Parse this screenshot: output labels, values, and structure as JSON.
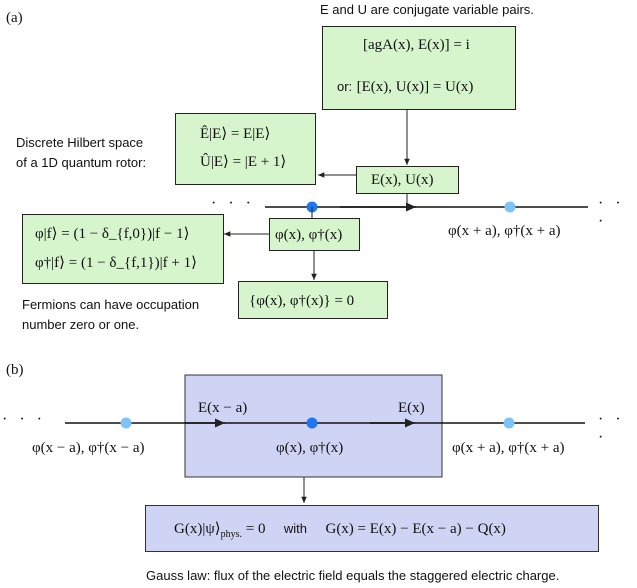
{
  "panel_a": {
    "label": "(a)",
    "conjugate_note": "E and U are conjugate variable pairs.",
    "commutator": {
      "line1": "[agA(x), E(x)] = i",
      "line2_prefix": "or:",
      "line2": "[E(x), U(x)] = U(x)"
    },
    "rotor_note": {
      "line1": "Discrete Hilbert space",
      "line2": "of a 1D quantum rotor:"
    },
    "rotor_box": {
      "line1": "Ê|E⟩ = E|E⟩",
      "line2": "Û|E⟩ = |E + 1⟩"
    },
    "link_box": "E(x), U(x)",
    "left_dots": "· · ·",
    "right_dots": "· · ·",
    "site_label_right": "φ(x + a), φ†(x + a)",
    "fermion_site_box": "φ(x), φ†(x)",
    "fermion_ops_box": {
      "line1": "φ|f⟩ = (1 − δ_{f,0})|f − 1⟩",
      "line2": "φ†|f⟩ = (1 − δ_{f,1})|f + 1⟩"
    },
    "anticommutator_box": "{φ(x), φ†(x)} = 0",
    "fermion_note": {
      "line1": "Fermions can have occupation",
      "line2": "number zero or one."
    }
  },
  "panel_b": {
    "label": "(b)",
    "left_dots": "· · ·",
    "right_dots": "· · ·",
    "link_left_label": "E(x − a)",
    "link_right_label": "E(x)",
    "site_left_label": "φ(x − a), φ†(x − a)",
    "site_center_label": "φ(x), φ†(x)",
    "site_right_label": "φ(x + a), φ†(x + a)",
    "gauss_box": {
      "left": "G(x)|ψ⟩",
      "subscript": "phys.",
      "eq": " = 0",
      "with": "with",
      "right": "G(x) = E(x) − E(x − a) − Q(x)"
    },
    "gauss_note": "Gauss law: flux of the electric field equals the staggered electric charge."
  },
  "colors": {
    "green_box": "#d6f5cc",
    "blue_box": "#cfd4f4",
    "site_dark": "#1f77f0",
    "site_light": "#7ec3f7"
  }
}
